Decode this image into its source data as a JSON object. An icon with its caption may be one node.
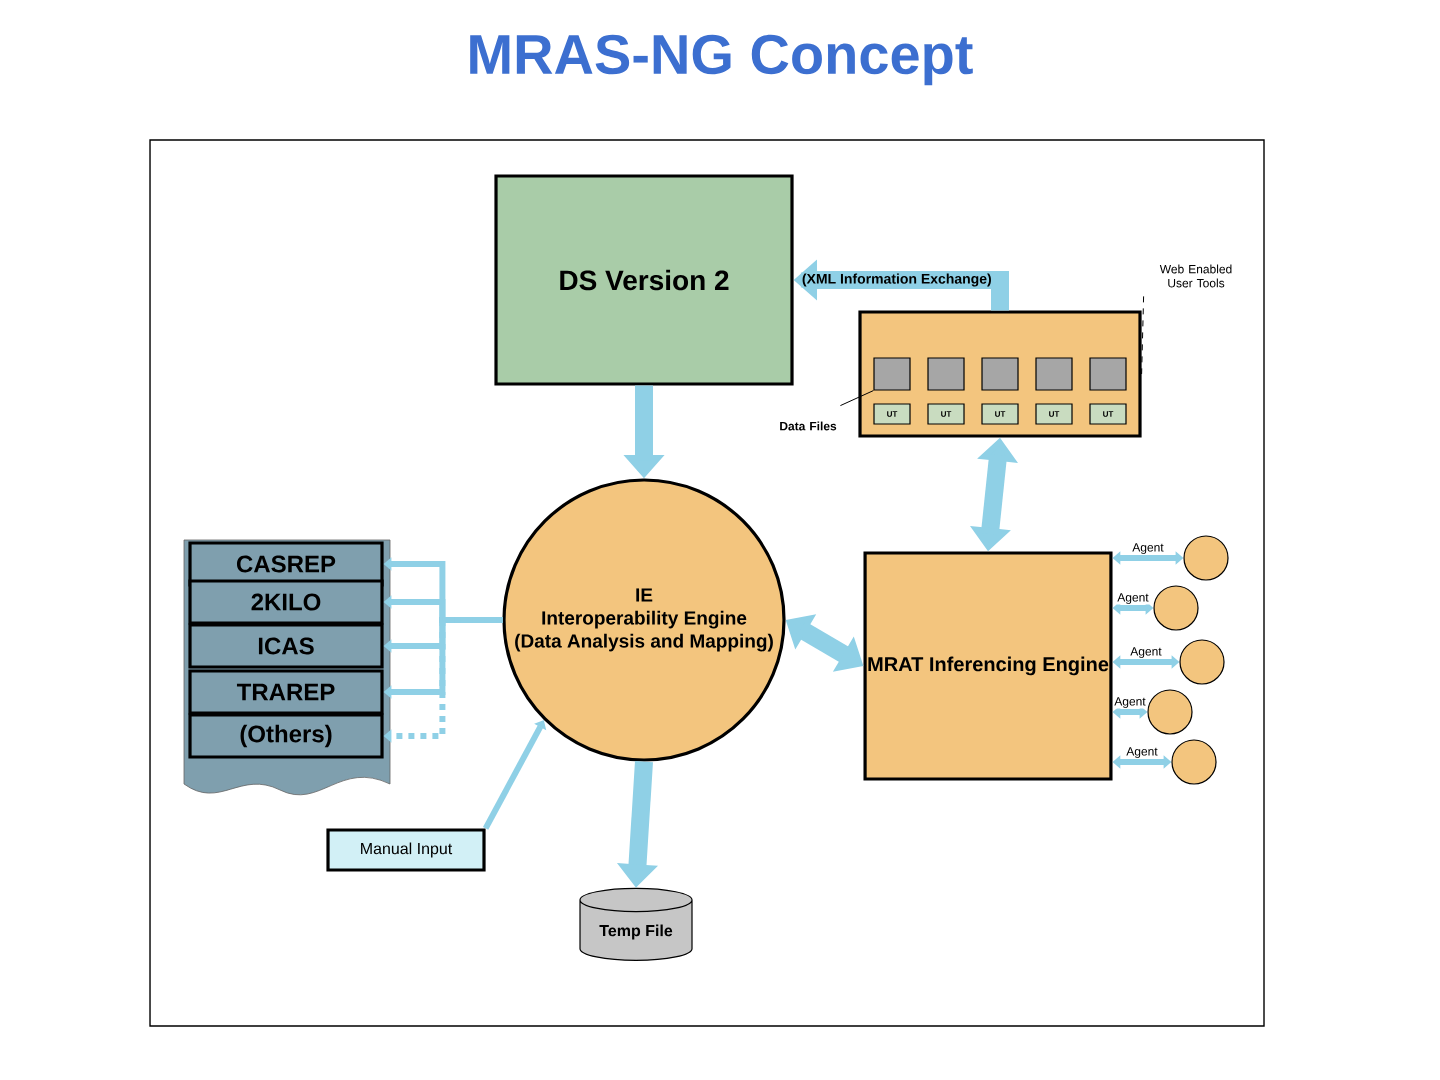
{
  "diagram": {
    "title": "MRAS-NG Concept",
    "nodes": [
      {
        "text": [
          "DS Version 2"
        ]
      },
      {
        "text": [],
        "shape": "box"
      },
      {
        "text": [],
        "shape": "box",
        "in": 1
      },
      {
        "text": [],
        "shape": "box",
        "in": 1
      },
      {
        "text": [],
        "shape": "box",
        "in": 1
      },
      {
        "text": [],
        "shape": "box",
        "in": 1
      },
      {
        "text": [],
        "shape": "box",
        "in": 1
      },
      {
        "text": [
          "UT"
        ],
        "in": 1
      },
      {
        "text": [
          "UT"
        ],
        "in": 1
      },
      {
        "text": [
          "UT"
        ],
        "in": 1
      },
      {
        "text": [
          "UT"
        ],
        "in": 1
      },
      {
        "text": [
          "UT"
        ],
        "in": 1
      },
      {
        "text": [
          "Web Enabled User Tools"
        ]
      },
      {
        "text": [
          "Data Files"
        ]
      },
      {
        "text": [
          "IE",
          "Interoperability Engine",
          "(Data Analysis and Mapping)"
        ]
      },
      {
        "text": [
          "CASREP"
        ]
      },
      {
        "text": [
          "2KILO"
        ]
      },
      {
        "text": [
          "ICAS"
        ]
      },
      {
        "text": [
          "TRAREP"
        ]
      },
      {
        "text": [
          "(Others)"
        ]
      },
      {
        "text": [
          "MRAT Inferencing Engine"
        ]
      },
      {
        "text": [],
        "shape": "circle"
      },
      {
        "text": [],
        "shape": "circle"
      },
      {
        "text": [],
        "shape": "circle"
      },
      {
        "text": [],
        "shape": "circle"
      },
      {
        "text": [],
        "shape": "circle"
      },
      {
        "text": [
          "Manual Input"
        ]
      },
      {
        "text": [
          "Temp File"
        ]
      }
    ],
    "edges": [
      {
        "from": 1,
        "to": 0,
        "arrow": "to",
        "label": "(XML Information Exchange)",
        "style": "thick"
      },
      {
        "from": 0,
        "to": 14,
        "arrow": "to",
        "style": "thick"
      },
      {
        "from": 1,
        "to": 20,
        "arrow": "both",
        "style": "thick"
      },
      {
        "from": 14,
        "to": 20,
        "arrow": "both",
        "style": "thick"
      },
      {
        "from": 14,
        "to": 15,
        "arrow": "to"
      },
      {
        "from": 14,
        "to": 16,
        "arrow": "to"
      },
      {
        "from": 14,
        "to": 17,
        "arrow": "to"
      },
      {
        "from": 14,
        "to": 18,
        "arrow": "to"
      },
      {
        "from": 14,
        "to": 19,
        "arrow": "to",
        "style": "dashed"
      },
      {
        "from": 26,
        "to": 14,
        "arrow": "to"
      },
      {
        "from": 14,
        "to": 27,
        "arrow": "to",
        "style": "thick"
      },
      {
        "from": 20,
        "to": 21,
        "arrow": "both",
        "label": "Agent"
      },
      {
        "from": 20,
        "to": 22,
        "arrow": "both",
        "label": "Agent"
      },
      {
        "from": 20,
        "to": 23,
        "arrow": "both",
        "label": "Agent"
      },
      {
        "from": 20,
        "to": 24,
        "arrow": "both",
        "label": "Agent"
      },
      {
        "from": 20,
        "to": 25,
        "arrow": "both",
        "label": "Agent"
      },
      {
        "from": 12,
        "to": 1,
        "arrow": "none",
        "style": "dashed",
        "color": "#000000"
      },
      {
        "from": 13,
        "to": 2,
        "arrow": "none",
        "color": "#000000"
      }
    ]
  }
}
